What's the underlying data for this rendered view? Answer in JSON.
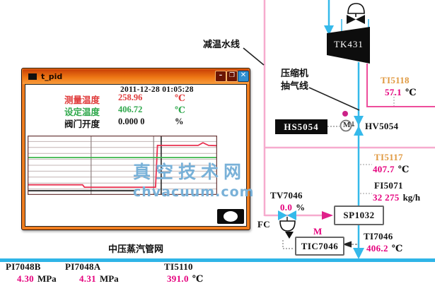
{
  "popup": {
    "title": "t_pid",
    "timestamp": "2011-12-28 01:05:28",
    "window_buttons": {
      "minimize": "–",
      "maximize": "❐",
      "close": "✕"
    },
    "rows": [
      {
        "label": "测量温度",
        "value": "258.96",
        "unit": "℃",
        "color": "#e03c3c"
      },
      {
        "label": "设定温度",
        "value": "406.72",
        "unit": "℃",
        "color": "#2fa84c"
      },
      {
        "label": "阀门开度",
        "value": "0.000 0",
        "unit": "%",
        "color": "#141414"
      }
    ],
    "trend": {
      "type": "line",
      "h_gridline_count": 9,
      "x_gridlines_norm": [
        0.335,
        0.665
      ],
      "cursor_x_norm": 0.705,
      "series": [
        {
          "name": "measured-temperature",
          "color": "#e8304f",
          "points_norm": [
            [
              0,
              0.83
            ],
            [
              0.29,
              0.83
            ],
            [
              0.3,
              0.87
            ],
            [
              0.675,
              0.87
            ],
            [
              0.685,
              0.165
            ],
            [
              0.9,
              0.165
            ],
            [
              0.925,
              0.12
            ],
            [
              0.955,
              0.165
            ],
            [
              1,
              0.17
            ]
          ]
        },
        {
          "name": "setpoint-temperature",
          "color": "#3cb54a",
          "points_norm": [
            [
              0,
              0.37
            ],
            [
              1,
              0.37
            ]
          ]
        },
        {
          "name": "valve-opening",
          "color": "#1c1c1c",
          "points_norm": [
            [
              0,
              0.93
            ],
            [
              0.57,
              0.93
            ]
          ]
        }
      ]
    }
  },
  "watermark": {
    "line1": "真空技术网",
    "line2": "chvacuum.com",
    "color": "#79b1d8"
  },
  "diagram": {
    "labels": {
      "desuperheat_line": "减温水线",
      "compressor_line1": "压缩机",
      "compressor_line2": "抽气线",
      "steam_header": "中压蒸汽管网",
      "fc": "FC",
      "motor_small": "M",
      "motor_circle": "M"
    },
    "equipment": {
      "turbine": "TK431",
      "hand_switch": "HS5054",
      "hand_valve": "HV5054",
      "setpoint_box": "SP1032",
      "controller": "TIC7046",
      "control_valve_tag": "TV7046",
      "control_valve_value": "0.0",
      "control_valve_unit": "%"
    },
    "instruments": [
      {
        "tag": "TI5118",
        "value": "57.1",
        "unit": "℃"
      },
      {
        "tag": "TI5117",
        "value": "407.7",
        "unit": "℃"
      },
      {
        "tag": "FI5071",
        "value": "32 275",
        "unit": "kg/h"
      },
      {
        "tag": "TI7046",
        "value": "406.2",
        "unit": "℃"
      },
      {
        "tag": "PI7048B",
        "value": "4.30",
        "unit": "MPa"
      },
      {
        "tag": "PI7048A",
        "value": "4.31",
        "unit": "MPa"
      },
      {
        "tag": "TI5110",
        "value": "391.0",
        "unit": "℃"
      }
    ],
    "colors": {
      "steam_cyan": "#35b9ea",
      "water_pink": "#f6abce",
      "extraction_magenta": "#ee4d9b",
      "value_magenta": "#e5007d",
      "tag_orange": "#e09a42"
    }
  }
}
